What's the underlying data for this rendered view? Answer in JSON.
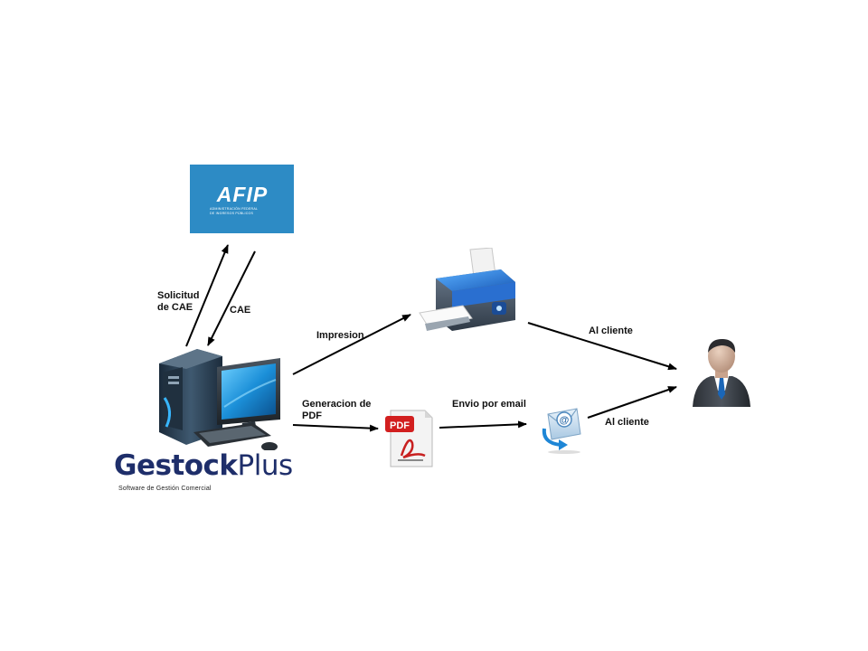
{
  "afip": {
    "logo_text": "AFIP",
    "subtitle_line1": "ADMINISTRACIÓN FEDERAL",
    "subtitle_line2": "DE INGRESOS PÚBLICOS"
  },
  "brand": {
    "name_bold": "Gestock",
    "name_light": "Plus",
    "tagline": "Software de Gestión Comercial"
  },
  "edges": {
    "solicitud_line1": "Solicitud",
    "solicitud_line2": "de CAE",
    "cae": "CAE",
    "impresion": "Impresion",
    "generacion_line1": "Generacion de",
    "generacion_line2": "PDF",
    "envio": "Envio por email",
    "al_cliente_print": "Al cliente",
    "al_cliente_email": "Al cliente"
  },
  "icons": {
    "computer": "desktop-computer-icon",
    "printer": "printer-icon",
    "pdf": "pdf-document-icon",
    "email": "email-icon",
    "customer": "customer-icon",
    "afip": "afip-logo"
  },
  "colors": {
    "afip_blue": "#2d8bc5",
    "brand_navy": "#1e2e6a",
    "arrow": "#000000"
  }
}
